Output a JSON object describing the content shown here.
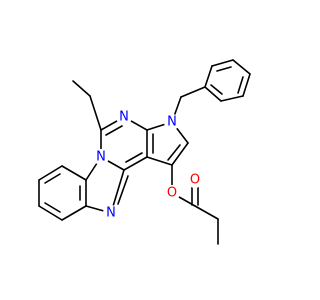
{
  "atoms": {
    "n_pyrimidine_top": {
      "symbol": "N",
      "color": "#0000ff"
    },
    "n_pyrrole": {
      "symbol": "N",
      "color": "#0000ff"
    },
    "n_bridge": {
      "symbol": "N",
      "color": "#0000ff"
    },
    "n_imidazole": {
      "symbol": "N",
      "color": "#0000ff"
    },
    "o_ester": {
      "symbol": "O",
      "color": "#ff0000"
    },
    "o_carbonyl": {
      "symbol": "O",
      "color": "#ff0000"
    }
  }
}
